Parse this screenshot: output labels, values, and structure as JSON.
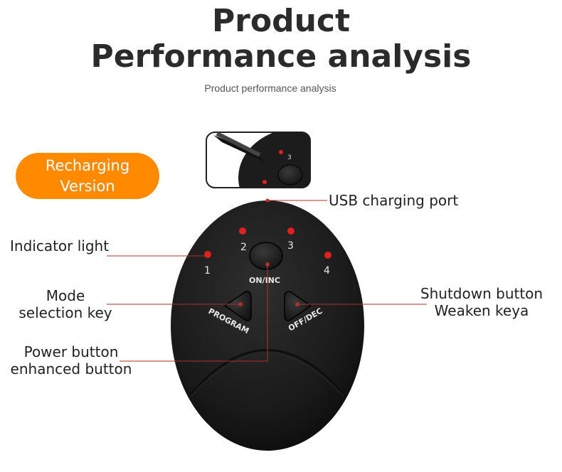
{
  "title_line1": "Product",
  "title_line2": "Performance analysis",
  "subtitle": "Product performance analysis",
  "badge": {
    "line1": "Recharging",
    "line2": "Version"
  },
  "device": {
    "indicators": [
      "1",
      "2",
      "3",
      "4"
    ],
    "inset_indicator": "3",
    "on_inc_label": "ON/INC",
    "program_label": "PROGRAM",
    "off_dec_label": "OFF/DEC"
  },
  "callouts": {
    "usb": "USB charging port",
    "indicator": "Indicator light",
    "mode_line1": "Mode",
    "mode_line2": "selection key",
    "power_line1": "Power button",
    "power_line2": "enhanced button",
    "shutdown_line1": "Shutdown button",
    "shutdown_line2": "Weaken keya"
  },
  "colors": {
    "accent": "#ff8a00",
    "device": "#1b1b1b",
    "led": "#e0201a",
    "leader_line": "#b03030"
  }
}
